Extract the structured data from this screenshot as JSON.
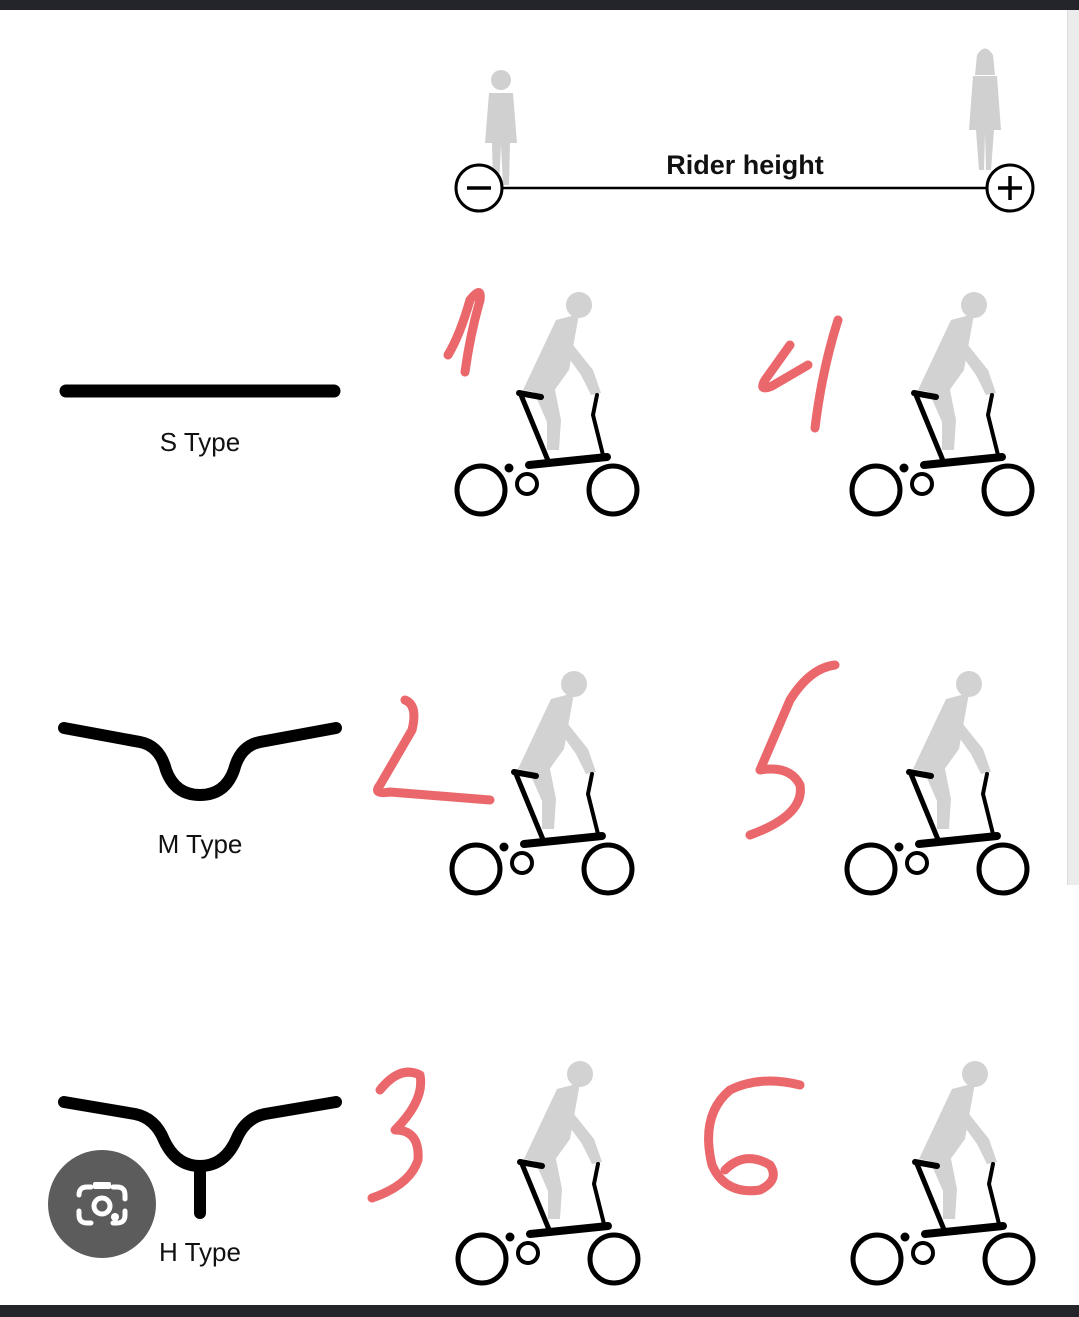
{
  "header": {
    "rider_height_label": "Rider height",
    "minus_symbol": "−",
    "plus_symbol": "+"
  },
  "handlebars": [
    {
      "label": "S Type"
    },
    {
      "label": "M Type"
    },
    {
      "label": "H Type"
    }
  ],
  "annotations": [
    "1",
    "2",
    "3",
    "4",
    "5",
    "6"
  ],
  "colors": {
    "annotation": "#e8585c",
    "silhouette": "#d0d0d0",
    "line": "#000000",
    "frame_bar": "#23252b"
  },
  "overlay": {
    "icon": "google-lens-icon"
  }
}
